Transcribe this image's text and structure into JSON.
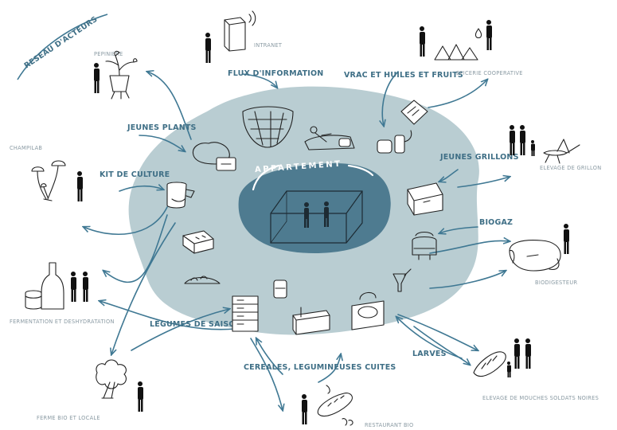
{
  "colors": {
    "blob": "#b9cdd2",
    "apartment": "#4e7b90",
    "arrows": "#3f7893",
    "label_blue": "#3f6f86",
    "label_grey": "#8a9aa3",
    "ink": "#222222"
  },
  "network": "RESEAU D'ACTEURS",
  "apartment": "APPARTEMENT",
  "flows": {
    "flux_information": "FLUX D'INFORMATION",
    "vrac": "VRAC ET HUILES ET FRUITS",
    "jeunes_plants": "JEUNES PLANTS",
    "kit_culture": "KIT DE CULTURE",
    "jeunes_grillons": "JEUNES GRILLONS",
    "biogaz": "BIOGAZ",
    "legumes": "LÉGUMES DE SAISONS",
    "cereales": "CEREALES, LEGUMINEUSES CUITES",
    "larves": "LARVES"
  },
  "actors": {
    "pepiniere": "PEPINIERE",
    "intranet": "INTRANET",
    "epicerie": "EPICERIE COOPERATIVE",
    "champilab": "CHAMPILAB",
    "elevage_grillon": "ELEVAGE DE GRILLON",
    "biodigesteur": "BIODIGESTEUR",
    "fermentation": "FERMENTATION ET DESHYDRATATION",
    "ferme": "FERME BIO ET LOCALE",
    "restaurant": "RESTAURANT BIO",
    "mouches": "ELEVAGE DE MOUCHES SOLDATS NOIRES"
  }
}
